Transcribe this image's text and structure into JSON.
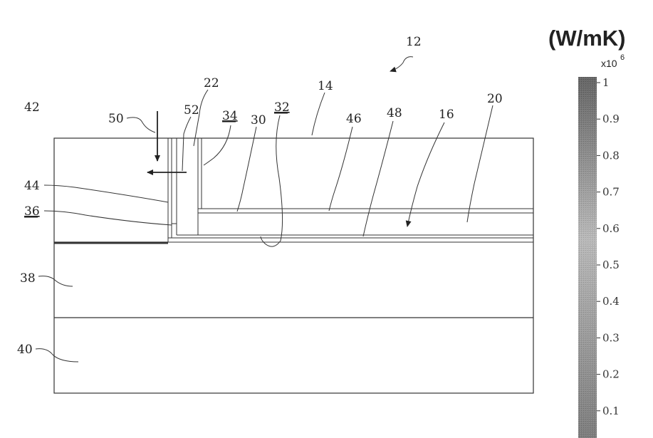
{
  "labels": {
    "r12": "12",
    "r14": "14",
    "r16": "16",
    "r20": "20",
    "r22": "22",
    "r30": "30",
    "r32": "32",
    "r34": "34",
    "r36": "36",
    "r38": "38",
    "r40": "40",
    "r42": "42",
    "r44": "44",
    "r46": "46",
    "r48": "48",
    "r50": "50",
    "r52": "52"
  },
  "colorbar": {
    "unit": "(W/mK)",
    "multiplier": "x10",
    "exponent": "6",
    "ticks": [
      "1",
      "0.9",
      "0.8",
      "0.7",
      "0.6",
      "0.5",
      "0.4",
      "0.3",
      "0.2",
      "0.1"
    ],
    "color_top": "#4a4a4a",
    "color_bottom": "#6e6e6e"
  }
}
